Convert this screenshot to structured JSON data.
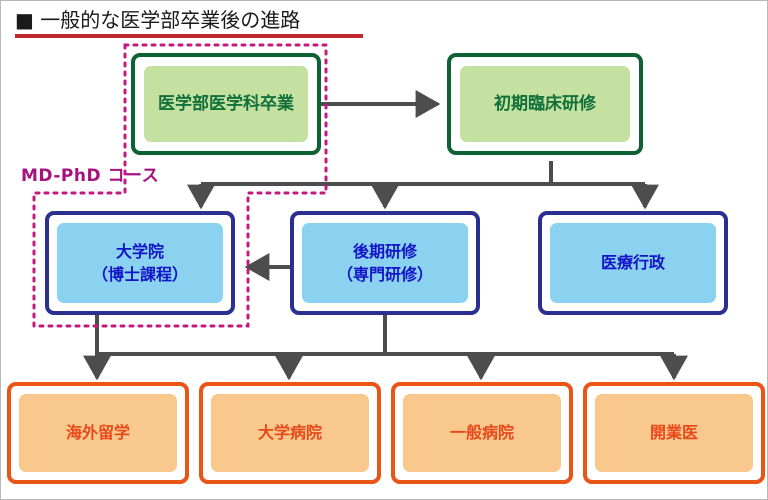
{
  "page": {
    "title": "一般的な医学部卒業後の進路",
    "title_bullet": "■",
    "background": "#ffffff",
    "border_color": "#b8b8b8"
  },
  "colors": {
    "title_rule": "#c1272d",
    "green_border": "#0d6234",
    "green_fill": "#c4e1a1",
    "green_text": "#12703a",
    "blue_border": "#2b2f8f",
    "blue_fill": "#8ad2f0",
    "blue_text": "#1414c8",
    "orange_border": "#ea5415",
    "orange_fill": "#f9c88c",
    "orange_text": "#e8491b",
    "connector": "#4d4d4d",
    "mdphd": "#c2187f"
  },
  "annotation": {
    "mdphd_label": "MD-PhD コース"
  },
  "stage1": {
    "nodes": [
      {
        "id": "graduation",
        "label": "医学部医学科卒業",
        "line2": ""
      },
      {
        "id": "initial-training",
        "label": "初期臨床研修",
        "line2": ""
      }
    ]
  },
  "stage2": {
    "nodes": [
      {
        "id": "graduate-school",
        "label": "大学院",
        "line2": "（博士課程）"
      },
      {
        "id": "later-training",
        "label": "後期研修",
        "line2": "（専門研修）"
      },
      {
        "id": "medical-administration",
        "label": "医療行政",
        "line2": ""
      }
    ]
  },
  "stage3": {
    "nodes": [
      {
        "id": "study-abroad",
        "label": "海外留学",
        "line2": ""
      },
      {
        "id": "university-hospital",
        "label": "大学病院",
        "line2": ""
      },
      {
        "id": "general-hospital",
        "label": "一般病院",
        "line2": ""
      },
      {
        "id": "private-practice",
        "label": "開業医",
        "line2": ""
      }
    ]
  },
  "flow": {
    "arrows": [
      {
        "from": "graduation",
        "to": "initial-training",
        "direction": "right"
      },
      {
        "from": "initial-training",
        "to": "graduate-school",
        "direction": "down"
      },
      {
        "from": "initial-training",
        "to": "later-training",
        "direction": "down"
      },
      {
        "from": "initial-training",
        "to": "medical-administration",
        "direction": "down"
      },
      {
        "from": "later-training",
        "to": "graduate-school",
        "direction": "left"
      },
      {
        "from": "graduate-school",
        "to": "study-abroad",
        "direction": "down"
      },
      {
        "from": "graduate-school",
        "to": "university-hospital",
        "direction": "down"
      },
      {
        "from": "later-training",
        "to": "general-hospital",
        "direction": "down"
      },
      {
        "from": "later-training",
        "to": "private-practice",
        "direction": "down"
      }
    ]
  }
}
